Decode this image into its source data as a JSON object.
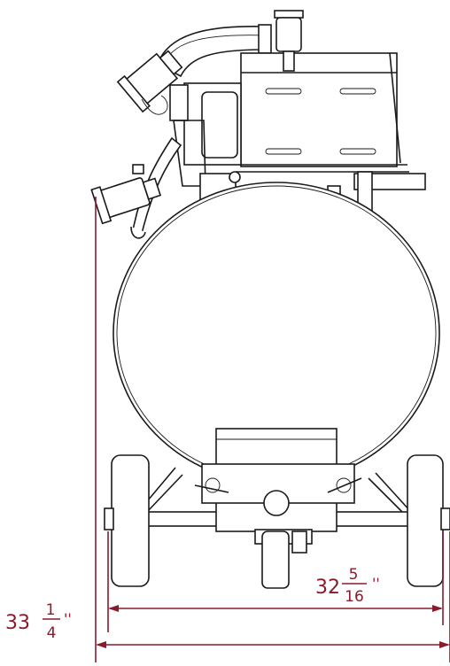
{
  "colors": {
    "dimension": "#8b1a2b",
    "linework": "#1a1a1a",
    "background": "#ffffff"
  },
  "dimensions": {
    "inner_width": {
      "whole": "32",
      "numerator": "5",
      "denominator": "16",
      "unit": "''"
    },
    "overall_width": {
      "whole": "33",
      "numerator": "1",
      "denominator": "4",
      "unit": "''"
    }
  }
}
